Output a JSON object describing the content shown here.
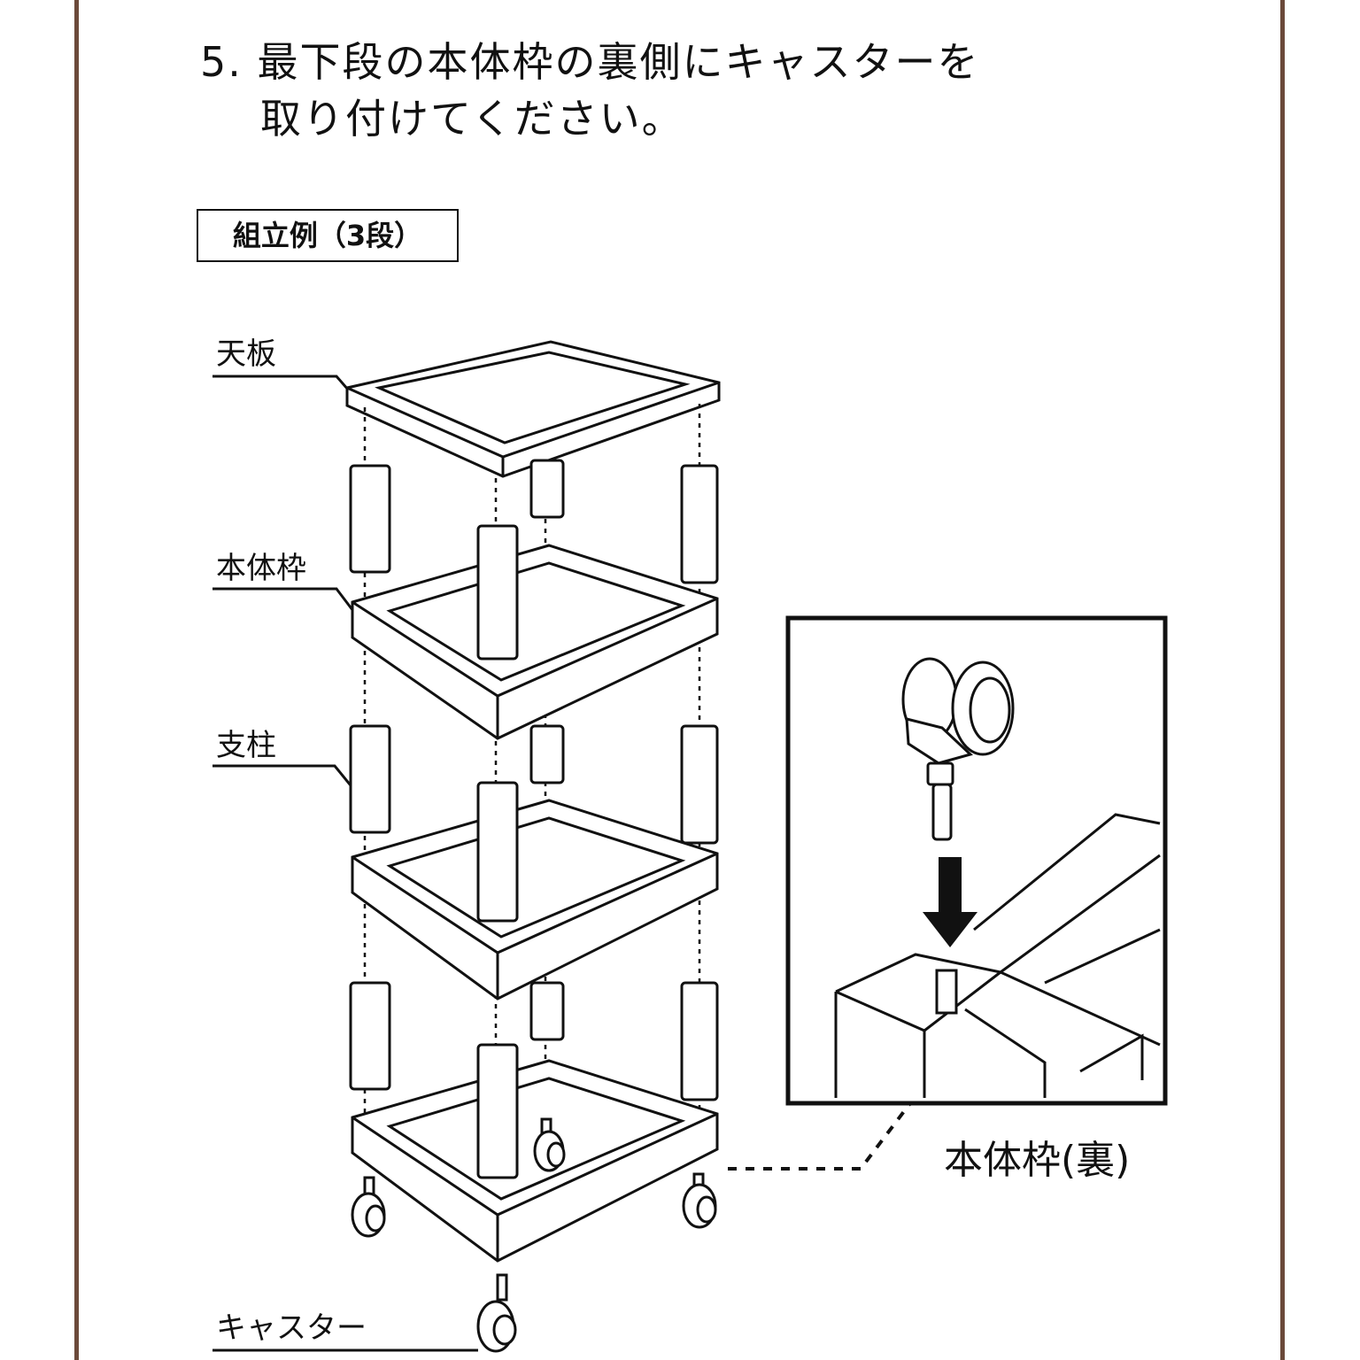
{
  "step": {
    "line1": "5. 最下段の本体枠の裏側にキャスターを",
    "line2": "取り付けてください。"
  },
  "example_label": "組立例（3段）",
  "parts": {
    "top_board": "天板",
    "body_frame": "本体枠",
    "pillar": "支柱",
    "caster": "キャスター"
  },
  "inset_caption": "本体枠(裏)"
}
